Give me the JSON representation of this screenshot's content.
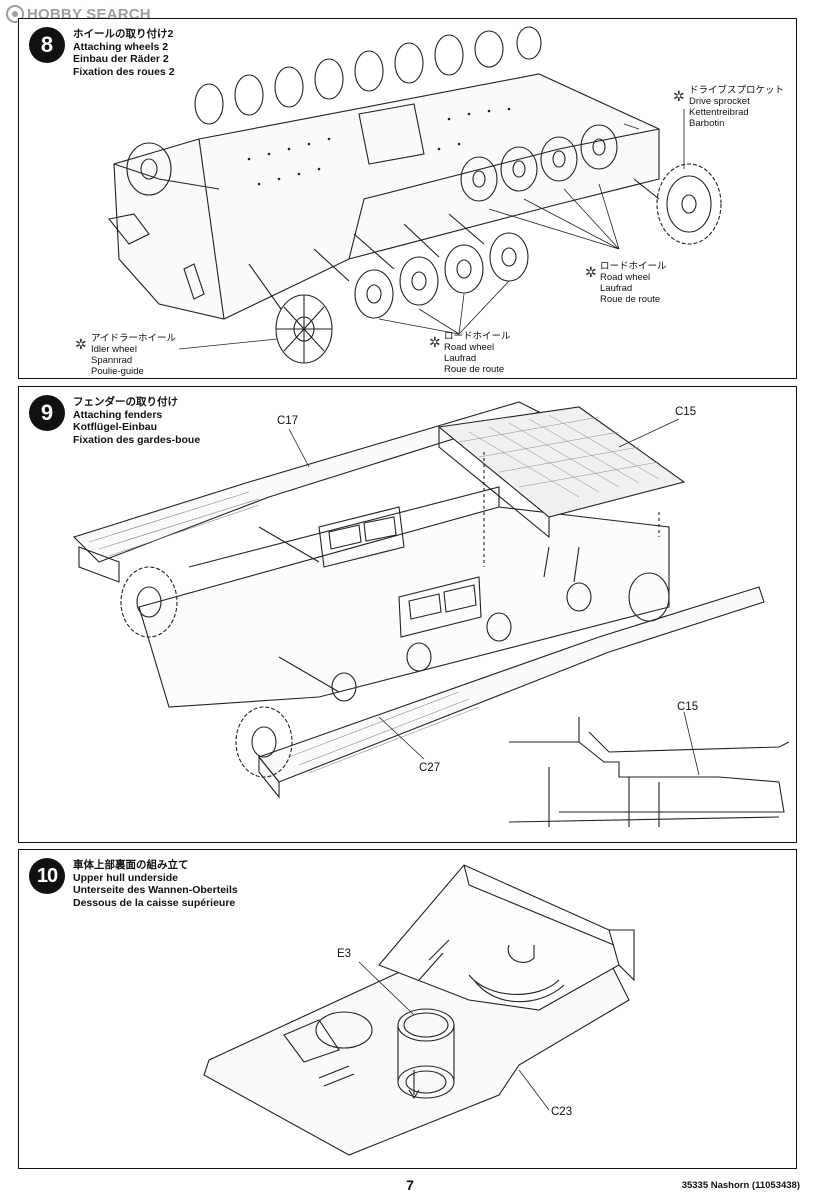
{
  "watermark": {
    "text": "HOBBY SEARCH"
  },
  "steps": [
    {
      "number": "8",
      "titles": [
        "ホイールの取り付け2",
        "Attaching wheels 2",
        "Einbau der Räder 2",
        "Fixation des roues 2"
      ],
      "callouts": {
        "drive_sprocket": [
          "ドライブスプロケット",
          "Drive sprocket",
          "Kettentreibrad",
          "Barbotin"
        ],
        "road_wheel_right": [
          "ロードホイール",
          "Road wheel",
          "Laufrad",
          "Roue de route"
        ],
        "road_wheel_center": [
          "ロードホイール",
          "Road wheel",
          "Laufrad",
          "Roue de route"
        ],
        "idler_wheel": [
          "アイドラーホイール",
          "Idler wheel",
          "Spannrad",
          "Poulie-guide"
        ]
      }
    },
    {
      "number": "9",
      "titles": [
        "フェンダーの取り付け",
        "Attaching fenders",
        "Kotflügel-Einbau",
        "Fixation des gardes-boue"
      ],
      "part_labels": {
        "c17": "C17",
        "c15": "C15",
        "c27": "C27",
        "c15_detail": "C15"
      }
    },
    {
      "number": "10",
      "titles": [
        "車体上部裏面の組み立て",
        "Upper hull underside",
        "Unterseite des Wannen-Oberteils",
        "Dessous de la caisse supérieure"
      ],
      "part_labels": {
        "e3": "E3",
        "c23": "C23"
      }
    }
  ],
  "footer": {
    "page_number": "7",
    "code": "35335 Nashorn (11053438)"
  }
}
